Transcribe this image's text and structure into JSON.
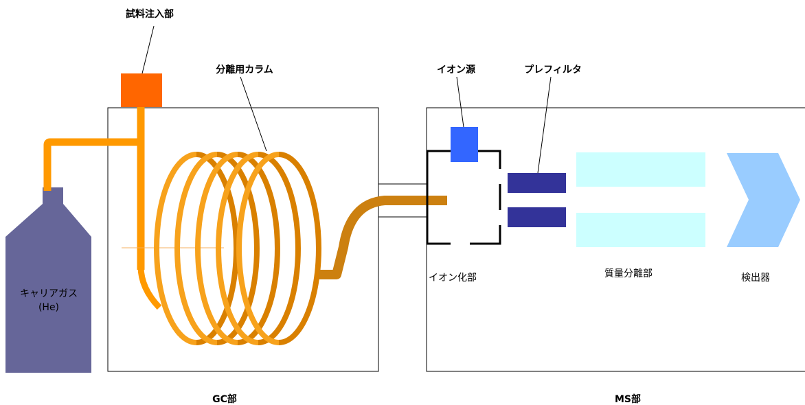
{
  "labels": {
    "sample_injection": "試料注入部",
    "separation_column": "分離用カラム",
    "ion_source": "イオン源",
    "prefilter": "プレフィルタ",
    "ionization": "イオン化部",
    "mass_separation": "質量分離部",
    "detector": "検出器",
    "gc": "GC部",
    "ms": "MS部",
    "carrier_gas_line1": "キャリアガス",
    "carrier_gas_line2": "(He)"
  },
  "colors": {
    "pipe_orange": "#FF9900",
    "coil_dark": "#D98000",
    "coil_front": "#F7A21C",
    "injector": "#FF6600",
    "ion_source": "#3366FF",
    "prefilter": "#333399",
    "mass_filter": "#CCFFFF",
    "detector": "#99CCFF",
    "gas_bottle": "#666699",
    "transfer_tube": "#CC8010"
  }
}
